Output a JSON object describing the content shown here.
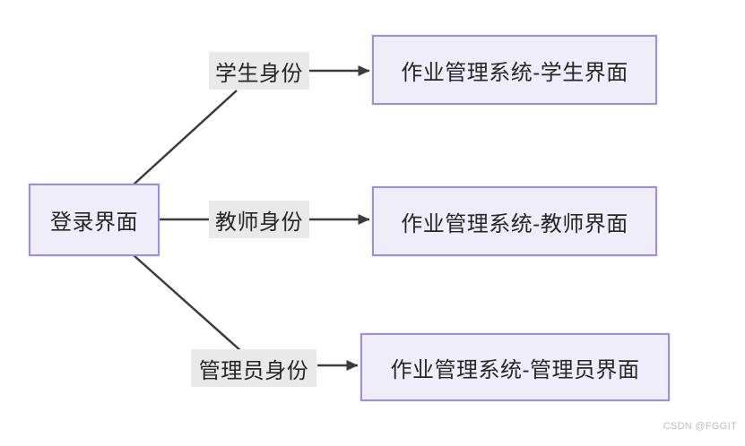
{
  "diagram": {
    "type": "flowchart",
    "root": {
      "label": "登录界面"
    },
    "branches": [
      {
        "condition": "学生身份",
        "target": "作业管理系统-学生界面"
      },
      {
        "condition": "教师身份",
        "target": "作业管理系统-教师界面"
      },
      {
        "condition": "管理员身份",
        "target": "作业管理系统-管理员界面"
      }
    ],
    "colors": {
      "node_fill": "#f0edfa",
      "node_border": "#a18fd6",
      "label_background": "#e9e9e9",
      "connector": "#3b3b3b",
      "text": "#262626",
      "background": "#ffffff",
      "watermark_text": "#bdbdbd"
    }
  },
  "watermark": "CSDN @FGGIT"
}
